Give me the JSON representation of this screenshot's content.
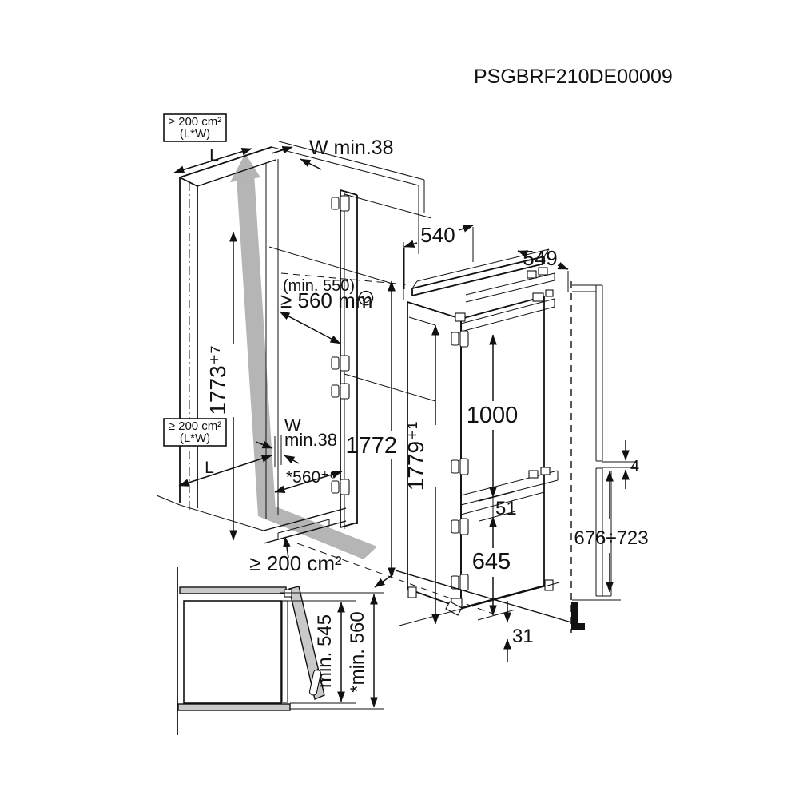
{
  "title": "PSGBRF210DE00009",
  "colors": {
    "line": "#111111",
    "airflow_gray": "#b5b5b5",
    "panel_gray": "#c9c9c9",
    "background": "#ffffff"
  },
  "labels": {
    "vent_area_top_1": "≥ 200 cm²",
    "vent_area_top_2": "(L*W)",
    "length_top": "L",
    "rear_gap_top": "W min.38",
    "depth_without_door": "540",
    "depth_with_door": "549",
    "niche_depth_note": "(min. 550)",
    "niche_depth": "≥ 560 mm",
    "smiley": "☺",
    "niche_height": "1773⁺⁷",
    "vent_area_mid_1": "≥ 200 cm²",
    "vent_area_mid_2": "(L*W)",
    "rear_gap_mid_1": "W",
    "rear_gap_mid_2": "min.38",
    "length_mid": "L",
    "niche_width": "*560⁺⁸",
    "furniture_door_height": "1772",
    "appliance_height": "1779⁺¹",
    "vent_area_bottom": "≥ 200 cm²",
    "upper_door_height": "1000",
    "door_gap": "51",
    "lower_door_height": "645",
    "plinth_clearance": "31",
    "panel_gap": "4",
    "lower_panel_height": "676÷723",
    "min_depth": "min. 545",
    "min_depth_star": "*min. 560"
  }
}
